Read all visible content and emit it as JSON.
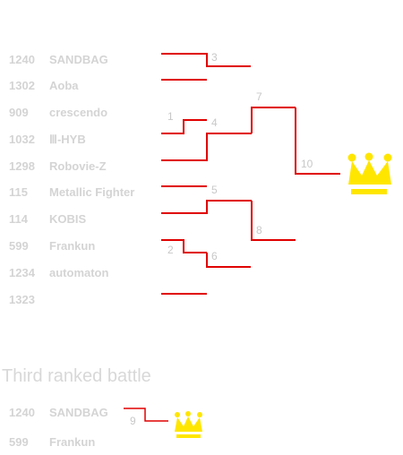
{
  "bracket": {
    "entrants": [
      {
        "number": "1240",
        "name": "SANDBAG"
      },
      {
        "number": "1302",
        "name": "Aoba"
      },
      {
        "number": "909",
        "name": "crescendo"
      },
      {
        "number": "1032",
        "name": "Ⅲ-HYB"
      },
      {
        "number": "1298",
        "name": "Robovie-Z"
      },
      {
        "number": "115",
        "name": "Metallic Fighter"
      },
      {
        "number": "114",
        "name": "KOBIS"
      },
      {
        "number": "599",
        "name": "Frankun"
      },
      {
        "number": "1234",
        "name": "automaton"
      },
      {
        "number": "1323",
        "name": ""
      }
    ],
    "match_labels": [
      "1",
      "2",
      "3",
      "4",
      "5",
      "6",
      "7",
      "8",
      "10"
    ],
    "champion_icon": "crown-icon",
    "line_color": "#e00000",
    "crown_color": "#ffe600"
  },
  "third_place": {
    "title": "Third ranked battle",
    "entrants": [
      {
        "number": "1240",
        "name": "SANDBAG"
      },
      {
        "number": "599",
        "name": "Frankun"
      }
    ],
    "match_label": "9",
    "winner_icon": "crown-icon"
  }
}
